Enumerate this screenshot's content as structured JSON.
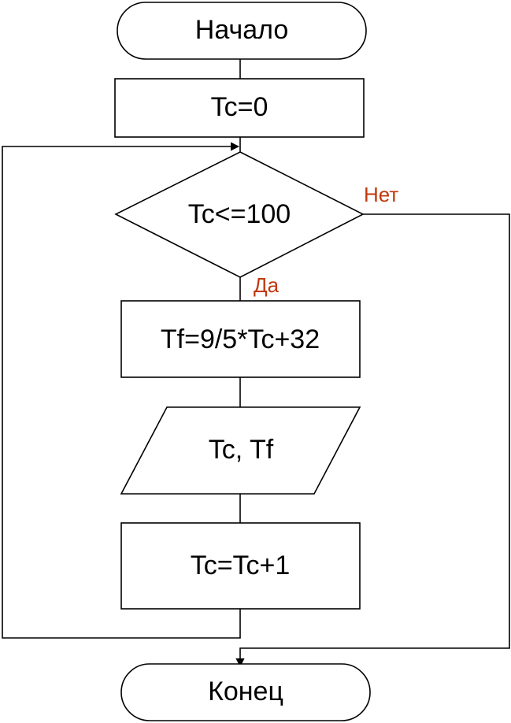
{
  "nodes": {
    "start": "Начало",
    "init": "Tc=0",
    "condition": "Tc<=100",
    "compute": "Tf=9/5*Tc+32",
    "output": "Tc, Tf",
    "increment": "Tc=Tc+1",
    "end": "Конец"
  },
  "branches": {
    "yes": "Да",
    "no": "Нет"
  },
  "colors": {
    "stroke": "#000000",
    "branch_label": "#c0390c"
  }
}
